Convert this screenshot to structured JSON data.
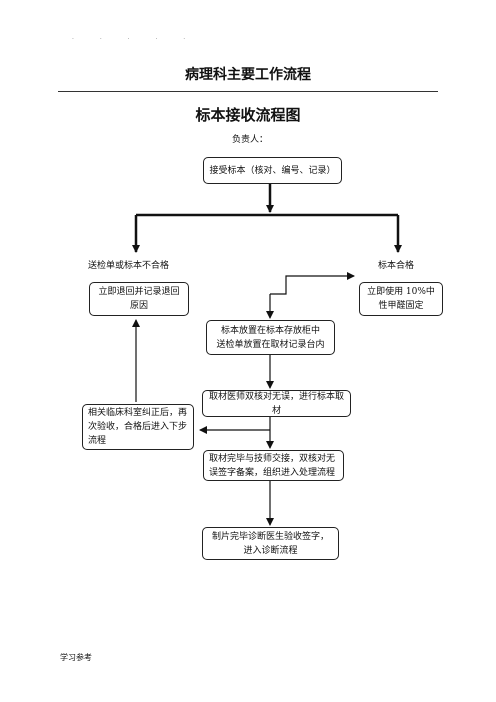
{
  "document": {
    "header_marks": "· · · · ·",
    "title": "病理科主要工作流程",
    "footer": "学习参考"
  },
  "flowchart": {
    "title": "标本接收流程图",
    "owner_label": "负责人：",
    "branch_fail_label": "送检单或标本不合格",
    "branch_pass_label": "标本合格",
    "nodes": {
      "receive": "接受标本（核对、编号、记录）",
      "return_record": "立即退回并记录退回原因",
      "fix_formalin": "立即使用 10%中性甲醛固定",
      "store_specimen": "标本放置在标本存放柜中\n送检单放置在取材记录台内",
      "grossing": "取材医师双核对无误，进行标本取材",
      "clinic_correct": "相关临床科室纠正后，再次验收，合格后进入下步流程",
      "handover": "取材完毕与技师交接，双核对无误签字备案，组织进入处理流程",
      "diagnosis": "制片完毕诊断医生验收签字，进入诊断流程"
    }
  }
}
